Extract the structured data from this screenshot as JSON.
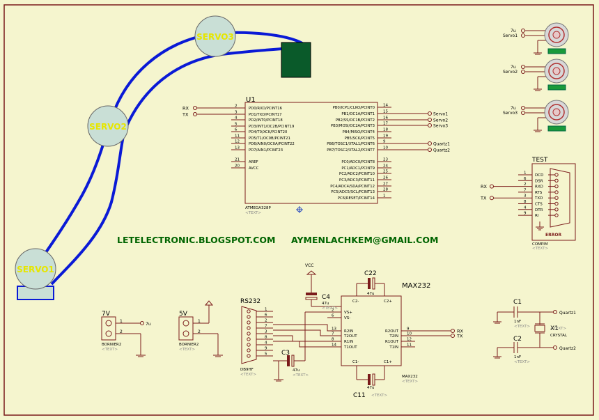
{
  "colors": {
    "sheet": "#f5f5ce",
    "border": "#7a1a1a",
    "wire": "#1a6b1a",
    "part": "#7a1a1a",
    "text": "#000080",
    "servo_fill": "#c9dfd6",
    "servo_label": "#e6e600",
    "arm": "#0a1ad6",
    "green_block": "#0a5a2a",
    "banner": "#006400"
  },
  "servos_big": [
    {
      "label": "SERVO3"
    },
    {
      "label": "SERVO2"
    },
    {
      "label": "SERVO1"
    }
  ],
  "banner": {
    "blog": "LETELECTRONIC.BLOGSPOT.COM",
    "email": "AYMENLACHKEM@GMAIL.COM"
  },
  "mcu": {
    "ref": "U1",
    "part": "ATMEGA328P",
    "text_tag": "<TEXT>",
    "left_pins": [
      {
        "num": "2",
        "name": "PD0/RXD/PCINT16",
        "net": "RX"
      },
      {
        "num": "3",
        "name": "PD1/TXD/PCINT17",
        "net": "TX"
      },
      {
        "num": "4",
        "name": "PD2/INT0/PCINT18",
        "net": ""
      },
      {
        "num": "5",
        "name": "PD3/INT1/OC2B/PCINT19",
        "net": ""
      },
      {
        "num": "6",
        "name": "PD4/T0/XCK/PCINT20",
        "net": ""
      },
      {
        "num": "11",
        "name": "PD5/T1/OC0B/PCINT21",
        "net": ""
      },
      {
        "num": "12",
        "name": "PD6/AIN0/OC0A/PCINT22",
        "net": ""
      },
      {
        "num": "13",
        "name": "PD7/AIN1/PCINT23",
        "net": ""
      },
      {
        "num": "21",
        "name": "AREF",
        "net": ""
      },
      {
        "num": "20",
        "name": "AVCC",
        "net": ""
      }
    ],
    "right_pins": [
      {
        "num": "14",
        "name": "PB0/ICP1/CLKO/PCINT0",
        "net": ""
      },
      {
        "num": "15",
        "name": "PB1/OC1A/PCINT1",
        "net": "Servo1"
      },
      {
        "num": "16",
        "name": "PB2/SS/OC1B/PCINT2",
        "net": "Servo2"
      },
      {
        "num": "17",
        "name": "PB3/MOSI/OC2A/PCINT3",
        "net": "Servo3"
      },
      {
        "num": "18",
        "name": "PB4/MISO/PCINT4",
        "net": ""
      },
      {
        "num": "19",
        "name": "PB5/SCK/PCINT5",
        "net": ""
      },
      {
        "num": "9",
        "name": "PB6/TOSC1/XTAL1/PCINT6",
        "net": "Quartz1"
      },
      {
        "num": "10",
        "name": "PB7/TOSC2/XTAL2/PCINT7",
        "net": "Quartz2"
      },
      {
        "num": "23",
        "name": "PC0/ADC0/PCINT8",
        "net": ""
      },
      {
        "num": "24",
        "name": "PC1/ADC1/PCINT9",
        "net": ""
      },
      {
        "num": "25",
        "name": "PC2/ADC2/PCINT10",
        "net": ""
      },
      {
        "num": "26",
        "name": "PC3/ADC3/PCINT11",
        "net": ""
      },
      {
        "num": "27",
        "name": "PC4/ADC4/SDA/PCINT12",
        "net": ""
      },
      {
        "num": "28",
        "name": "PC5/ADC5/SCL/PCINT13",
        "net": ""
      },
      {
        "num": "1",
        "name": "PC6/RESET/PCINT14",
        "net": ""
      }
    ]
  },
  "servo_motors": [
    {
      "power": "7u",
      "signal": "Servo1"
    },
    {
      "power": "7u",
      "signal": "Servo2"
    },
    {
      "power": "7u",
      "signal": "Servo3"
    }
  ],
  "compim": {
    "ref": "TEST",
    "part": "COMPIM",
    "error": "ERROR",
    "pins": [
      {
        "num": "1",
        "name": "DCD",
        "net": ""
      },
      {
        "num": "6",
        "name": "DSR",
        "net": ""
      },
      {
        "num": "2",
        "name": "RXD",
        "net": "RX"
      },
      {
        "num": "7",
        "name": "RTS",
        "net": ""
      },
      {
        "num": "3",
        "name": "TXD",
        "net": "TX"
      },
      {
        "num": "8",
        "name": "CTS",
        "net": ""
      },
      {
        "num": "4",
        "name": "DTR",
        "net": ""
      },
      {
        "num": "9",
        "name": "RI",
        "net": ""
      }
    ]
  },
  "max232": {
    "ref": "MAX232",
    "part": "MAX232",
    "text_tag": "<TEXT>",
    "left_pins": [
      {
        "num": "2",
        "name": "VS+"
      },
      {
        "num": "6",
        "name": "VS-"
      },
      {
        "num": "13",
        "name": "R2IN"
      },
      {
        "num": "7",
        "name": "T2OUT"
      },
      {
        "num": "8",
        "name": "R1IN"
      },
      {
        "num": "14",
        "name": "T1OUT"
      }
    ],
    "right_pins": [
      {
        "num": "9",
        "name": "R2OUT",
        "net": "RX"
      },
      {
        "num": "10",
        "name": "T2IN",
        "net": "TX"
      },
      {
        "num": "12",
        "name": "R1OUT",
        "net": ""
      },
      {
        "num": "11",
        "name": "T1IN",
        "net": ""
      }
    ],
    "top_labels": [
      "C2-",
      "C2+"
    ],
    "bottom_labels": [
      "C1-",
      "C1+"
    ]
  },
  "caps": {
    "c22": {
      "ref": "C22",
      "value": "47u"
    },
    "c11": {
      "ref": "C11",
      "value": "47u"
    },
    "c4": {
      "ref": "C4",
      "value": "47u"
    },
    "c3": {
      "ref": "C3",
      "value": "47u"
    },
    "c1": {
      "ref": "C1",
      "value": "1nF"
    },
    "c2": {
      "ref": "C2",
      "value": "1nF"
    }
  },
  "crystal": {
    "ref": "X1",
    "part": "CRYSTAL",
    "net1": "Quartz1",
    "net2": "Quartz2"
  },
  "rs232": {
    "ref": "RS232",
    "part": "DB9HF",
    "pins": [
      "1",
      "6",
      "2",
      "7",
      "3",
      "8",
      "4",
      "9",
      "5"
    ]
  },
  "vcc": {
    "label": "VCC"
  },
  "terminal_7v": {
    "ref": "7V",
    "part": "BORNIER2",
    "net": "7u"
  },
  "terminal_5v": {
    "ref": "5V",
    "part": "BORNIER2"
  },
  "text_tag": "<TEXT>"
}
